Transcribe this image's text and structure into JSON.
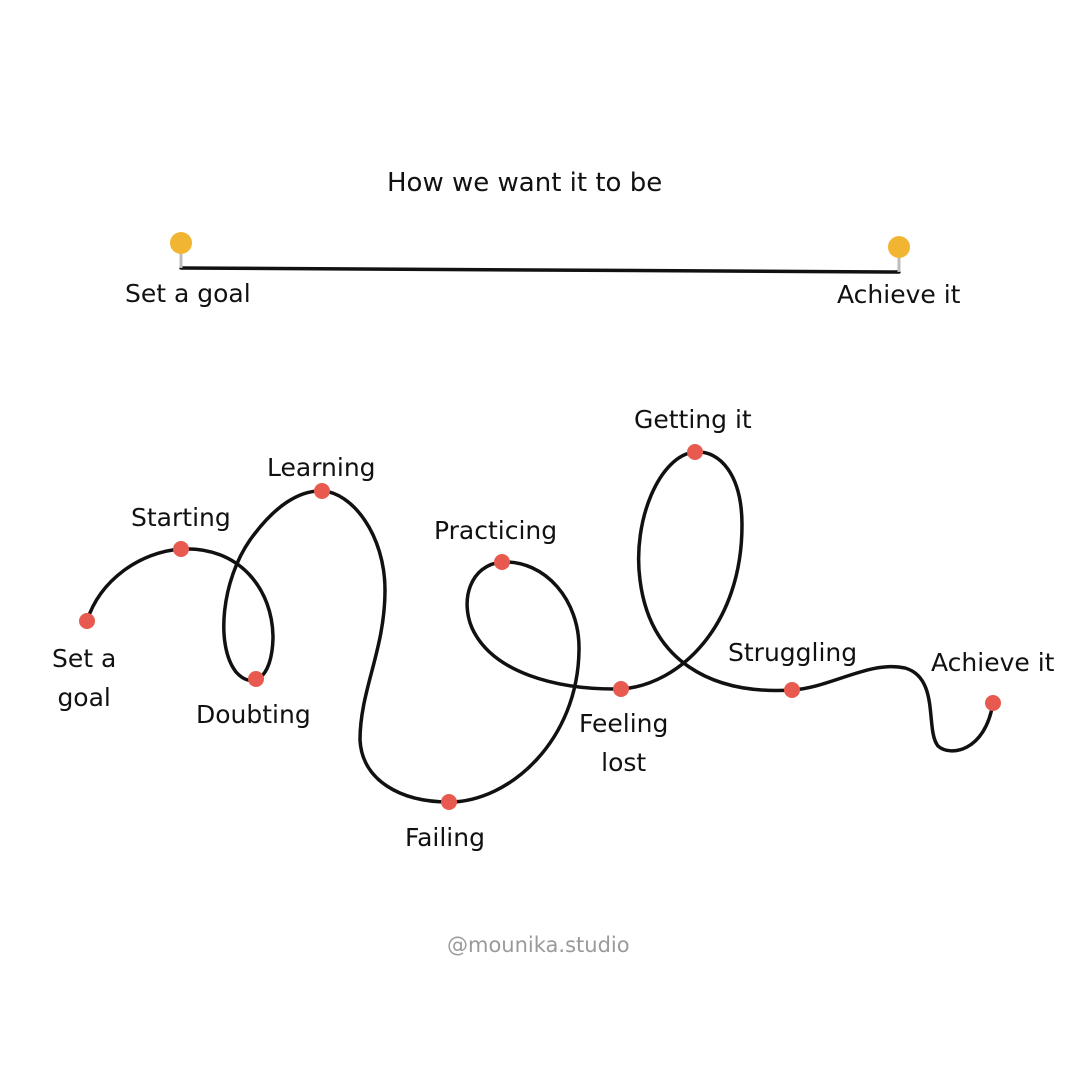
{
  "ideal": {
    "title": "How we want it to be",
    "start_label": "Set a goal",
    "end_label": "Achieve it",
    "pin_color": "#F2B531",
    "pin_stem_color": "#bdbdbd",
    "line_color": "#111111"
  },
  "reality": {
    "line_color": "#111111",
    "dot_color": "#E85A4F",
    "stages": {
      "set_goal": [
        "Set a",
        "goal"
      ],
      "starting": "Starting",
      "doubting": "Doubting",
      "learning": "Learning",
      "failing": "Failing",
      "practicing": "Practicing",
      "feeling_lost": [
        "Feeling",
        "lost"
      ],
      "getting_it": "Getting it",
      "struggling": "Struggling",
      "achieve_it": "Achieve it"
    }
  },
  "footer": {
    "credit": "@mounika.studio"
  }
}
